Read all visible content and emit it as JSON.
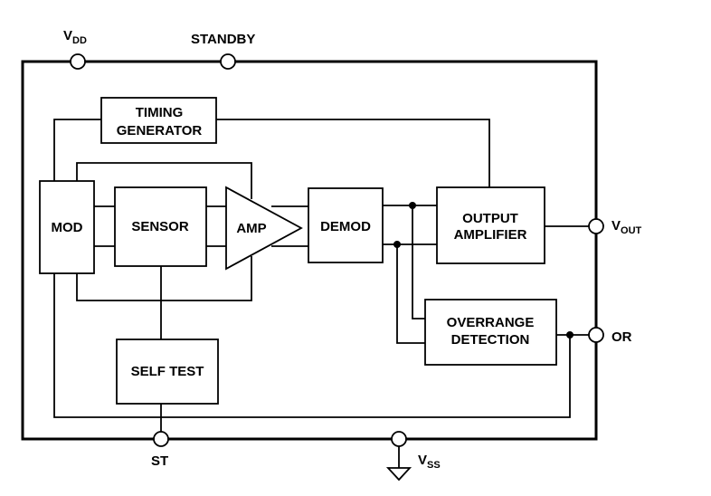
{
  "blocks": {
    "timing_generator": [
      "TIMING",
      "GENERATOR"
    ],
    "mod": "MOD",
    "sensor": "SENSOR",
    "amp": "AMP",
    "demod": "DEMOD",
    "output_amplifier": [
      "OUTPUT",
      "AMPLIFIER"
    ],
    "overrange_detection": [
      "OVERRANGE",
      "DETECTION"
    ],
    "self_test": "SELF TEST"
  },
  "pins": {
    "vdd": {
      "main": "V",
      "sub": "DD"
    },
    "standby": "STANDBY",
    "vout": {
      "main": "V",
      "sub": "OUT"
    },
    "or": "OR",
    "st": "ST",
    "vss": {
      "main": "V",
      "sub": "SS"
    }
  }
}
